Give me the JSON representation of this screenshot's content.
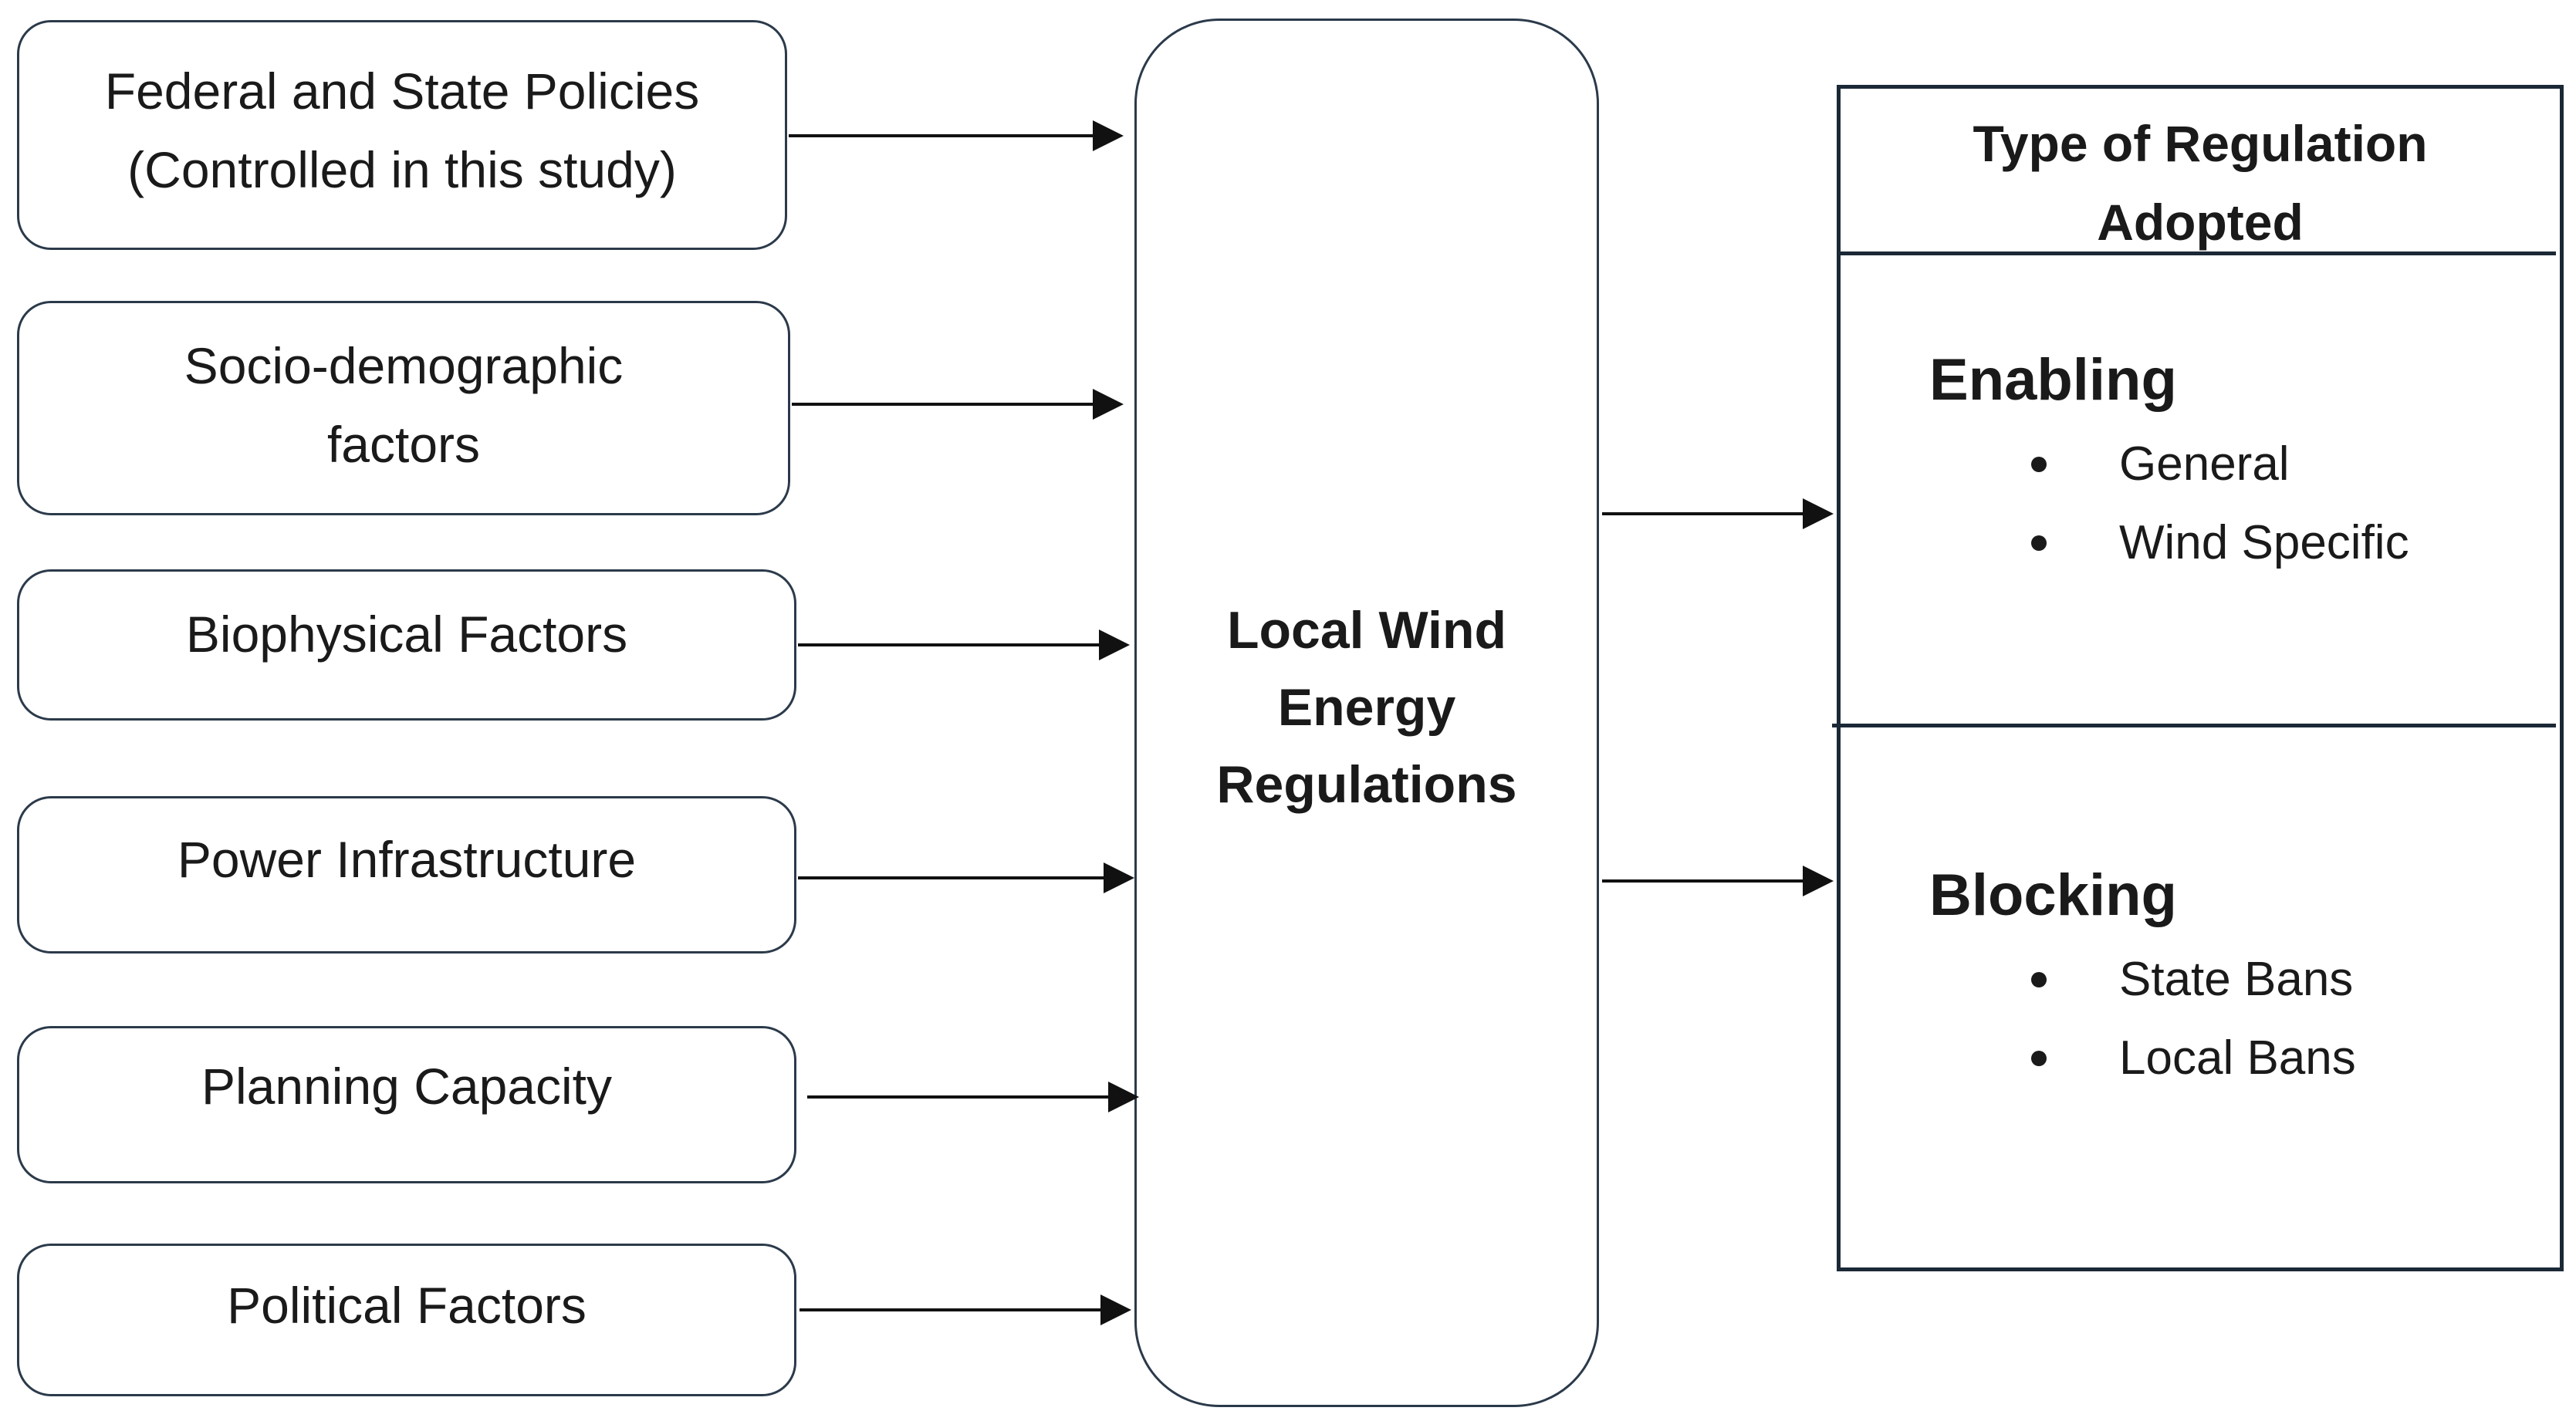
{
  "inputs": [
    {
      "line1": "Federal and State Policies",
      "line2": "(Controlled in this study)"
    },
    {
      "line1": "Socio-demographic",
      "line2": "factors"
    },
    {
      "line1": "Biophysical Factors",
      "line2": ""
    },
    {
      "line1": "Power Infrastructure",
      "line2": ""
    },
    {
      "line1": "Planning Capacity",
      "line2": ""
    },
    {
      "line1": "Political Factors",
      "line2": ""
    }
  ],
  "center": {
    "line1": "Local Wind",
    "line2": "Energy",
    "line3": "Regulations"
  },
  "outcome": {
    "header_line1": "Type of Regulation",
    "header_line2": "Adopted",
    "enabling": {
      "title": "Enabling",
      "items": [
        "General",
        "Wind Specific"
      ]
    },
    "blocking": {
      "title": "Blocking",
      "items": [
        "State Bans",
        "Local Bans"
      ]
    }
  }
}
